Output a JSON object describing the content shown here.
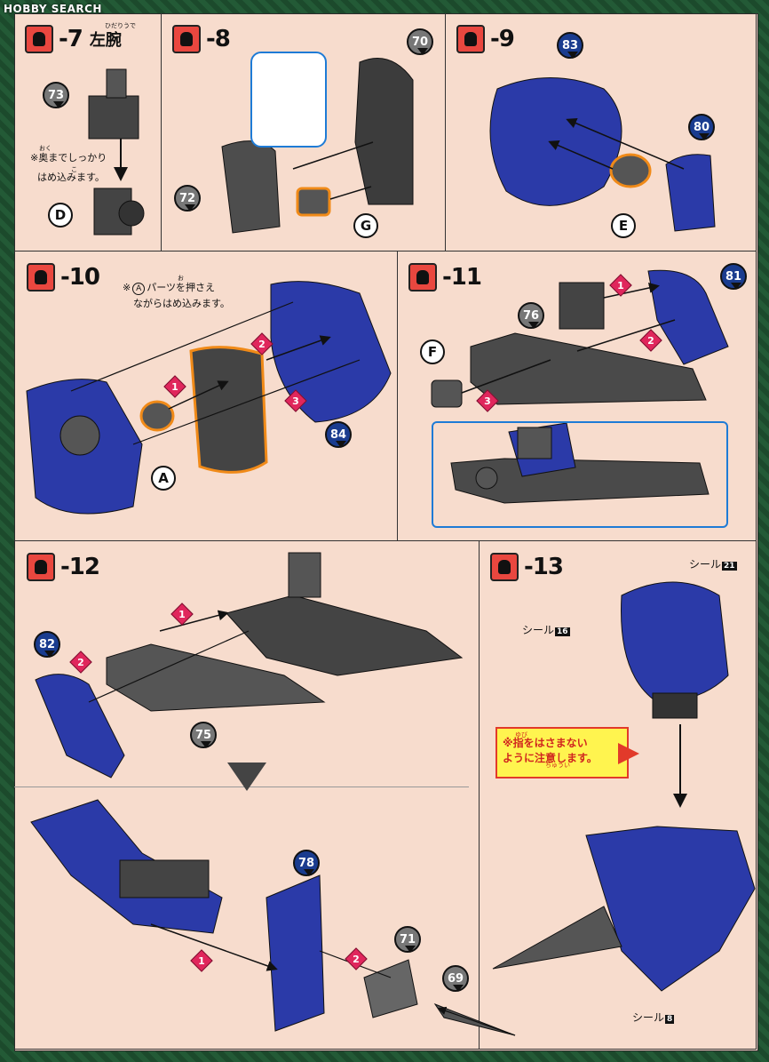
{
  "watermark": "HOBBY SEARCH",
  "steps": {
    "s7": {
      "num": "-7",
      "title": "左腕",
      "ruby": "ひだりうで"
    },
    "s8": {
      "num": "-8"
    },
    "s9": {
      "num": "-9"
    },
    "s10": {
      "num": "-10"
    },
    "s11": {
      "num": "-11"
    },
    "s12": {
      "num": "-12"
    },
    "s13": {
      "num": "-13"
    }
  },
  "notes": {
    "s7_line1": "※奥までしっかり",
    "s7_line2": "はめ込みます。",
    "s7_ruby": "おく",
    "s7_ruby2": "こ",
    "s10_line1": "パーツを押さえ",
    "s10_prefix": "※",
    "s10_letter": "A",
    "s10_line2": "ながらはめ込みます。",
    "s10_ruby": "お",
    "s13_warn_line1": "※指をはさまない",
    "s13_warn_line2": "ように注意します。",
    "s13_warn_ruby1": "ゆび",
    "s13_warn_ruby2": "ちゅうい"
  },
  "parts": {
    "p73": "73",
    "p70": "70",
    "p72": "72",
    "p83": "83",
    "p80": "80",
    "p84": "84",
    "p81": "81",
    "p76": "76",
    "p82": "82",
    "p75": "75",
    "p78": "78",
    "p71": "71",
    "p69": "69"
  },
  "letters": {
    "D": "D",
    "G": "G",
    "E": "E",
    "A": "A",
    "F": "F"
  },
  "markers": {
    "one": "1",
    "two": "2",
    "three": "3"
  },
  "seals": {
    "seal21": {
      "text": "シール",
      "num": "21"
    },
    "seal16": {
      "text": "シール",
      "num": "16"
    },
    "seal8": {
      "text": "シール",
      "num": "8"
    }
  },
  "colors": {
    "background": "#f7dccd",
    "part_blue": "#2b3aa8",
    "part_gray": "#4a4a4a",
    "accent_red": "#e9473f",
    "arrow_pink": "#e0265c",
    "warn_yellow": "#fff44f"
  }
}
